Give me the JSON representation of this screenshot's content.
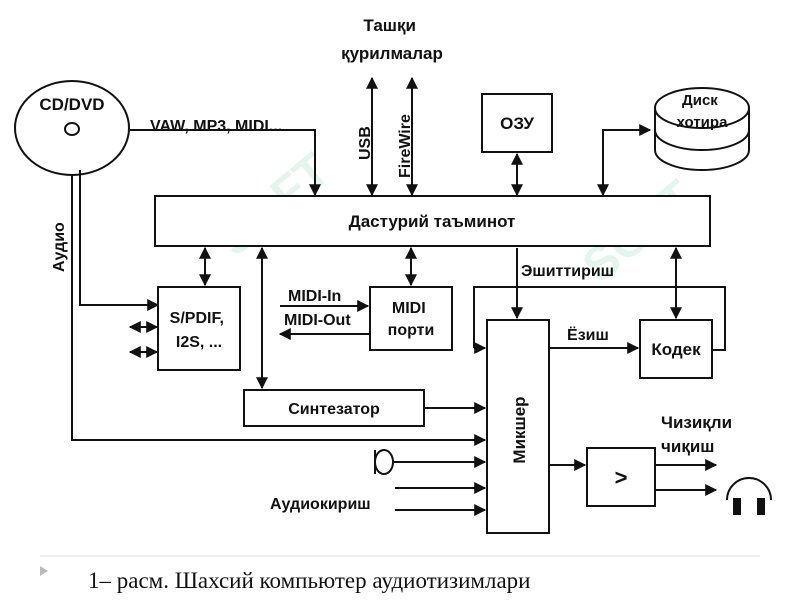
{
  "diagram": {
    "external_devices": "Ташқи\nқурилмалар",
    "cd_dvd": "CD/DVD",
    "formats": "VAW, MP3, MIDI...",
    "usb": "USB",
    "firewire": "FireWire",
    "ram": "ОЗУ",
    "disk": "Диск\nхотира",
    "software": "Дастурий таъминот",
    "audio": "Аудио",
    "spdif": "S/PDIF,\nI2S, ...",
    "midi_in": "MIDI-In",
    "midi_out": "MIDI-Out",
    "midi_port": "MIDI\nпорти",
    "listen": "Эшиттириш",
    "write": "Ёзиш",
    "codec": "Кодек",
    "mixer": "Микшер",
    "synth": "Синтезатор",
    "line_out": "Чизиқли\nчиқиш",
    "amp": ">",
    "audio_in": "Аудиокириш",
    "watermark": "SOFT"
  },
  "caption": "1– расм. Шахсий компьютер аудиотизимлари"
}
